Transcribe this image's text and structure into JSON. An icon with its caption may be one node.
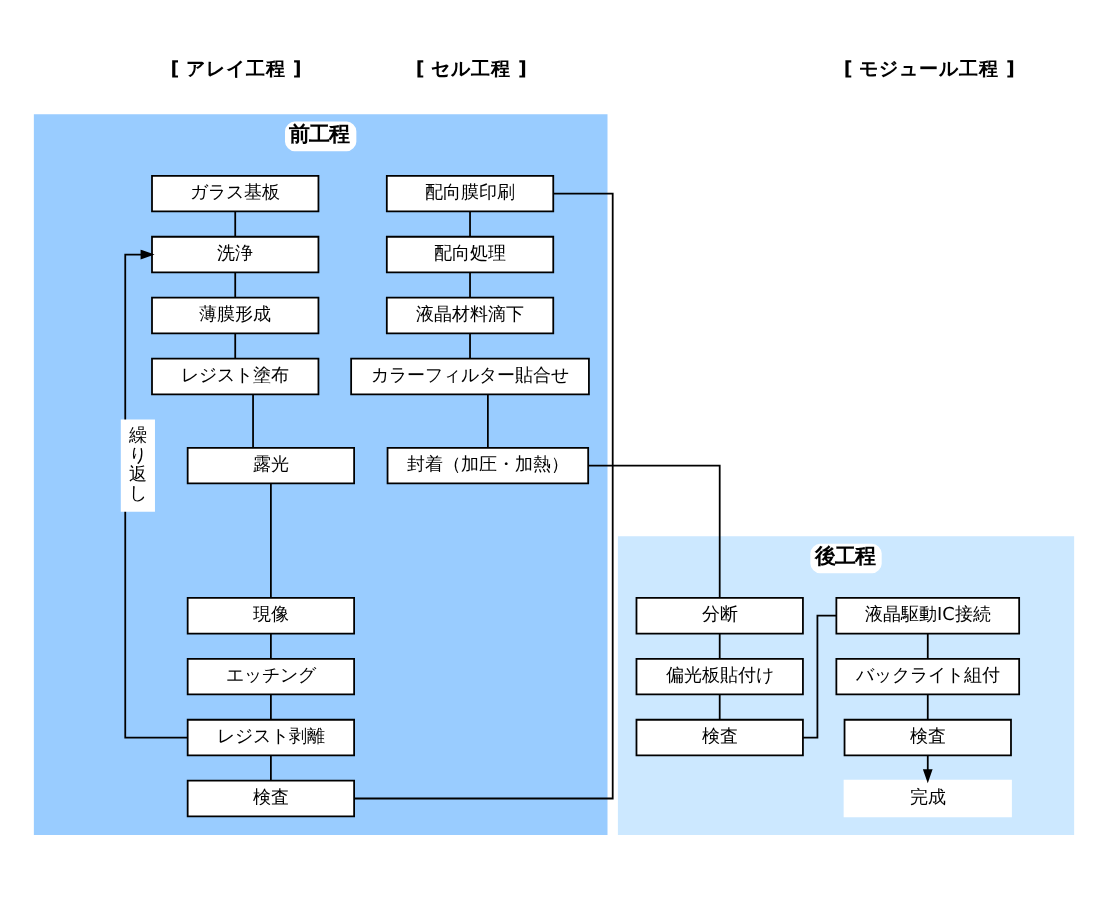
{
  "diagram": {
    "nodes": [
      {
        "text": [
          "前工程"
        ]
      },
      {
        "text": [
          "ガラス基板"
        ],
        "in": 0
      },
      {
        "text": [
          "洗浄"
        ],
        "in": 0
      },
      {
        "text": [
          "薄膜形成"
        ],
        "in": 0
      },
      {
        "text": [
          "レジスト塗布"
        ],
        "in": 0
      },
      {
        "text": [
          "露光"
        ],
        "in": 0
      },
      {
        "text": [
          "現像"
        ],
        "in": 0
      },
      {
        "text": [
          "エッチング"
        ],
        "in": 0
      },
      {
        "text": [
          "レジスト剥離"
        ],
        "in": 0
      },
      {
        "text": [
          "検査"
        ],
        "in": 0
      },
      {
        "text": [
          "配向膜印刷"
        ],
        "in": 0
      },
      {
        "text": [
          "配向処理"
        ],
        "in": 0
      },
      {
        "text": [
          "液晶材料滴下"
        ],
        "in": 0
      },
      {
        "text": [
          "カラーフィルター貼合せ"
        ],
        "in": 0
      },
      {
        "text": [
          "封着（加圧・加熱）"
        ],
        "in": 0
      },
      {
        "text": [
          "後工程"
        ]
      },
      {
        "text": [
          "分断"
        ],
        "in": 15
      },
      {
        "text": [
          "偏光板貼付け"
        ],
        "in": 15
      },
      {
        "text": [
          "検査"
        ],
        "in": 15
      },
      {
        "text": [
          "液晶駆動IC接続"
        ],
        "in": 15
      },
      {
        "text": [
          "バックライト組付"
        ],
        "in": 15
      },
      {
        "text": [
          "検査"
        ],
        "in": 15
      },
      {
        "text": [
          "完成"
        ],
        "in": 15
      }
    ],
    "edges": [
      {
        "from": 1,
        "to": 2,
        "arrow": "none"
      },
      {
        "from": 2,
        "to": 3,
        "arrow": "none"
      },
      {
        "from": 3,
        "to": 4,
        "arrow": "none"
      },
      {
        "from": 4,
        "to": 5,
        "arrow": "none"
      },
      {
        "from": 5,
        "to": 6,
        "arrow": "none"
      },
      {
        "from": 6,
        "to": 7,
        "arrow": "none"
      },
      {
        "from": 7,
        "to": 8,
        "arrow": "none"
      },
      {
        "from": 8,
        "to": 9,
        "arrow": "none"
      },
      {
        "from": 8,
        "to": 2,
        "arrow": "to",
        "label": "繰り返し"
      },
      {
        "from": 9,
        "to": 10,
        "arrow": "none"
      },
      {
        "from": 10,
        "to": 11,
        "arrow": "none"
      },
      {
        "from": 11,
        "to": 12,
        "arrow": "none"
      },
      {
        "from": 12,
        "to": 13,
        "arrow": "none"
      },
      {
        "from": 13,
        "to": 14,
        "arrow": "none"
      },
      {
        "from": 14,
        "to": 16,
        "arrow": "none"
      },
      {
        "from": 16,
        "to": 17,
        "arrow": "none"
      },
      {
        "from": 17,
        "to": 18,
        "arrow": "none"
      },
      {
        "from": 18,
        "to": 19,
        "arrow": "none"
      },
      {
        "from": 19,
        "to": 20,
        "arrow": "none"
      },
      {
        "from": 20,
        "to": 21,
        "arrow": "none"
      },
      {
        "from": 21,
        "to": 22,
        "arrow": "to"
      }
    ],
    "labels": [
      "[ アレイ工程 ]",
      "[ セル工程 ]",
      "[ モジュール工程 ]"
    ]
  }
}
